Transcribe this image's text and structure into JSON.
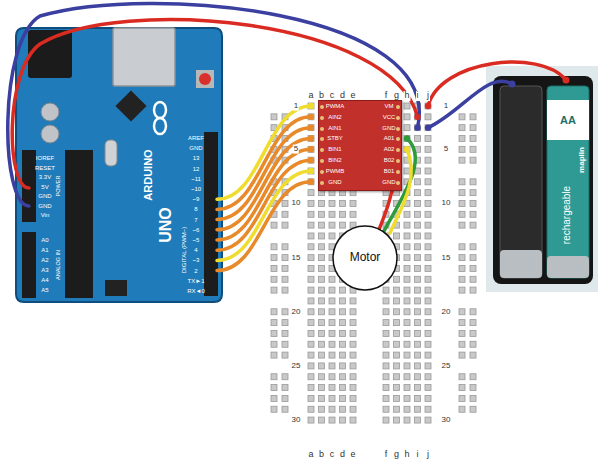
{
  "diagram": {
    "nodes": [
      {
        "text": [
          "PWMA",
          "AIN2",
          "AIN1",
          "STBY",
          "BIN1",
          "BIN2",
          "PWMB",
          "GND",
          "VM",
          "VCC",
          "GND",
          "A01",
          "A02",
          "B02",
          "B01",
          "GND"
        ]
      },
      {
        "text": [
          "Motor"
        ]
      }
    ],
    "labels": [
      "a",
      "b",
      "c",
      "d",
      "e",
      "f",
      "g",
      "h",
      "i",
      "j",
      "a",
      "b",
      "c",
      "d",
      "e",
      "f",
      "g",
      "h",
      "i",
      "j",
      "1",
      "5",
      "10",
      "15",
      "20",
      "25",
      "30",
      "1",
      "5",
      "10",
      "15",
      "20",
      "25",
      "30",
      "ARDUINO",
      "UNO",
      "DIGITAL (PWM~)",
      "POWER",
      "ANALOG IN",
      "IOREF",
      "RESET",
      "3.3V",
      "5V",
      "GND",
      "GND",
      "Vin",
      "A0",
      "A1",
      "A2",
      "A3",
      "A4",
      "A5",
      "AREF",
      "GND",
      "13",
      "12",
      "~11",
      "~10",
      "~9",
      "8",
      "7",
      "~6",
      "~5",
      "4",
      "~3",
      "2",
      "TX►1",
      "RX◄0",
      "rechargeable",
      "AA",
      "maplin"
    ]
  }
}
